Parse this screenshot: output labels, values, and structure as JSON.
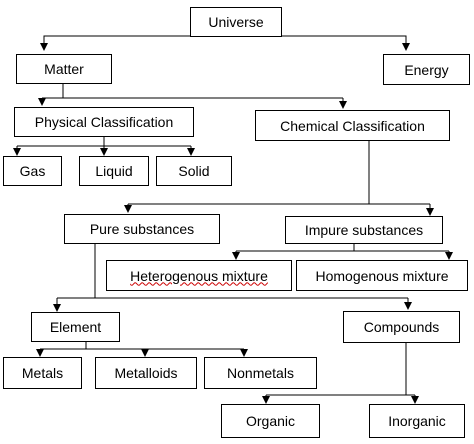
{
  "nodes": {
    "universe": "Universe",
    "matter": "Matter",
    "energy": "Energy",
    "physical": "Physical Classification",
    "chemical": "Chemical Classification",
    "gas": "Gas",
    "liquid": "Liquid",
    "solid": "Solid",
    "pure": "Pure substances",
    "impure": "Impure substances",
    "heterogenous": "Heterogenous mixture",
    "homogenous": "Homogenous mixture",
    "element": "Element",
    "compounds": "Compounds",
    "metals": "Metals",
    "metalloids": "Metalloids",
    "nonmetals": "Nonmetals",
    "organic": "Organic",
    "inorganic": "Inorganic"
  },
  "colors": {
    "line": "#000000",
    "spellcheck_underline": "#cc0000"
  }
}
